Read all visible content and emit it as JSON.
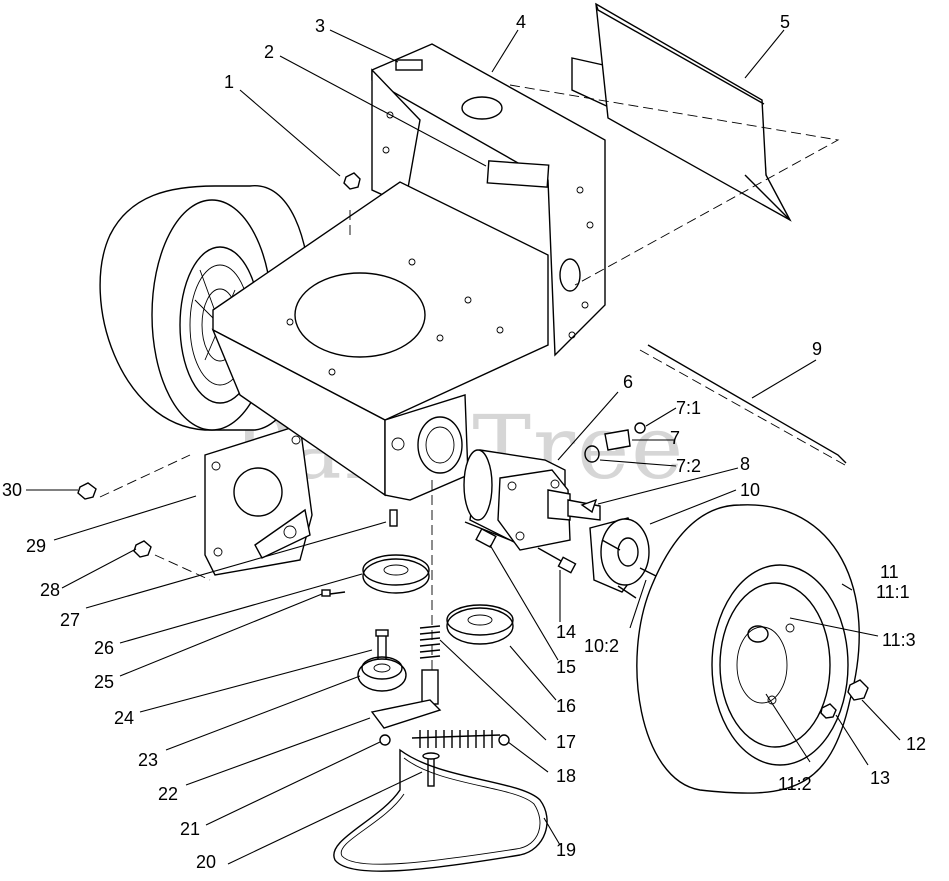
{
  "watermark": "PartsTree",
  "callouts": [
    {
      "id": "c1",
      "text": "1"
    },
    {
      "id": "c2",
      "text": "2"
    },
    {
      "id": "c3",
      "text": "3"
    },
    {
      "id": "c4",
      "text": "4"
    },
    {
      "id": "c5",
      "text": "5"
    },
    {
      "id": "c6",
      "text": "6"
    },
    {
      "id": "c7",
      "text": "7"
    },
    {
      "id": "c7_1",
      "text": "7:1"
    },
    {
      "id": "c7_2",
      "text": "7:2"
    },
    {
      "id": "c8",
      "text": "8"
    },
    {
      "id": "c9",
      "text": "9"
    },
    {
      "id": "c10",
      "text": "10"
    },
    {
      "id": "c10_2",
      "text": "10:2"
    },
    {
      "id": "c11",
      "text": "11"
    },
    {
      "id": "c11_1",
      "text": "11:1"
    },
    {
      "id": "c11_2",
      "text": "11:2"
    },
    {
      "id": "c11_3",
      "text": "11:3"
    },
    {
      "id": "c12",
      "text": "12"
    },
    {
      "id": "c13",
      "text": "13"
    },
    {
      "id": "c14",
      "text": "14"
    },
    {
      "id": "c15",
      "text": "15"
    },
    {
      "id": "c16",
      "text": "16"
    },
    {
      "id": "c17",
      "text": "17"
    },
    {
      "id": "c18",
      "text": "18"
    },
    {
      "id": "c19",
      "text": "19"
    },
    {
      "id": "c20",
      "text": "20"
    },
    {
      "id": "c21",
      "text": "21"
    },
    {
      "id": "c22",
      "text": "22"
    },
    {
      "id": "c23",
      "text": "23"
    },
    {
      "id": "c24",
      "text": "24"
    },
    {
      "id": "c25",
      "text": "25"
    },
    {
      "id": "c26",
      "text": "26"
    },
    {
      "id": "c27",
      "text": "27"
    },
    {
      "id": "c28",
      "text": "28"
    },
    {
      "id": "c29",
      "text": "29"
    },
    {
      "id": "c30",
      "text": "30"
    }
  ]
}
